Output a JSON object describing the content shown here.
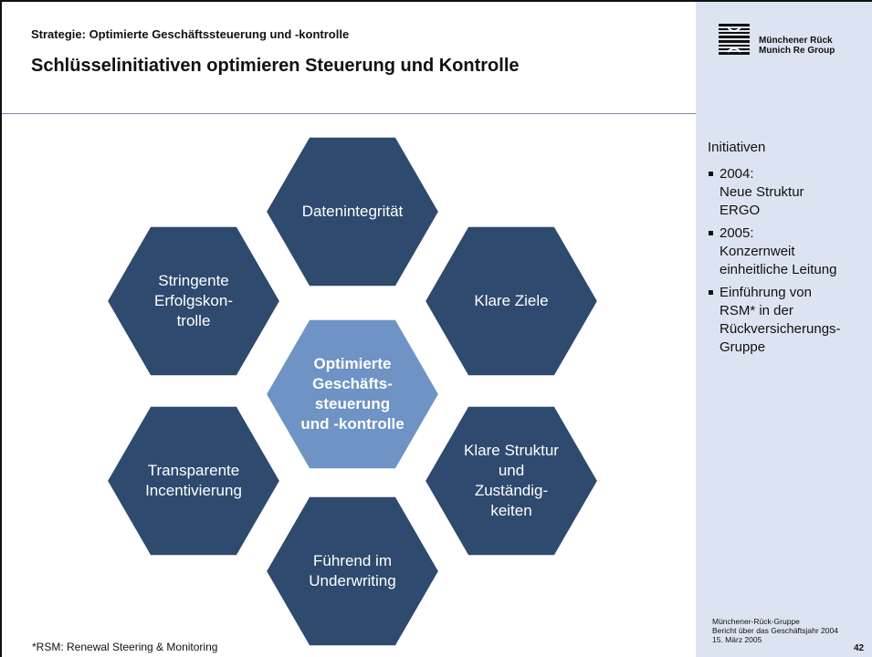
{
  "header": {
    "subtitle": "Strategie: Optimierte Geschäftssteuerung und -kontrolle",
    "title": "Schlüsselinitiativen optimieren Steuerung und Kontrolle"
  },
  "logo": {
    "line1": "Münchener Rück",
    "line2": "Munich Re Group"
  },
  "colors": {
    "outer_hex": "#2e4a6e",
    "center_hex": "#6e93c4",
    "sidebar_bg": "#dde4f1"
  },
  "diagram": {
    "center": {
      "lines": [
        "Optimierte",
        "Geschäfts-",
        "steuerung",
        "und -kontrolle"
      ]
    },
    "hexagons": [
      {
        "id": "datenintegritaet",
        "lines": [
          "Datenintegrität"
        ]
      },
      {
        "id": "klare-ziele",
        "lines": [
          "Klare Ziele"
        ]
      },
      {
        "id": "klare-struktur",
        "lines": [
          "Klare Struktur",
          "und",
          "Zuständig-",
          "keiten"
        ]
      },
      {
        "id": "fuehrend-underwriting",
        "lines": [
          "Führend im",
          "Underwriting"
        ]
      },
      {
        "id": "transparente-incentivierung",
        "lines": [
          "Transparente",
          "Incentivierung"
        ]
      },
      {
        "id": "stringente-erfolgskontrolle",
        "lines": [
          "Stringente",
          "Erfolgskon-",
          "trolle"
        ]
      }
    ]
  },
  "sidebar": {
    "heading": "Initiativen",
    "items": [
      {
        "lines": [
          "2004:",
          "Neue Struktur",
          "ERGO"
        ]
      },
      {
        "lines": [
          "2005:",
          "Konzernweit",
          "einheitliche Leitung"
        ]
      },
      {
        "lines": [
          "Einführung von",
          "RSM* in der",
          "Rückversicherungs-",
          "Gruppe"
        ]
      }
    ]
  },
  "footer": {
    "footnote": "*RSM: Renewal Steering & Monitoring",
    "org": "Münchener-Rück-Gruppe",
    "report": "Bericht über das Geschäftsjahr 2004",
    "date": "15. März 2005",
    "page": "42"
  }
}
